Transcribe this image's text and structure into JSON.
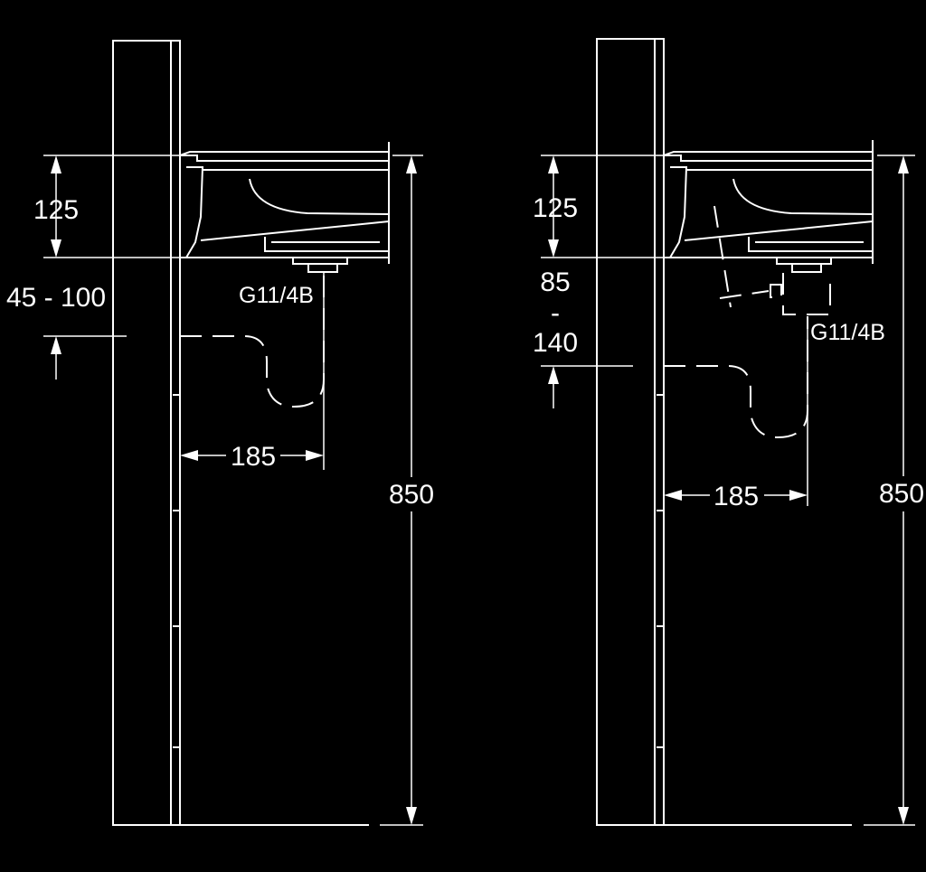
{
  "left": {
    "dim_basin_height": "125",
    "dim_drop": "45 - 100",
    "thread_label": "G11/4B",
    "dim_offset": "185",
    "dim_total_height": "850"
  },
  "right": {
    "dim_basin_height": "125",
    "dim_drop_top": "85",
    "dim_drop_sep": "-",
    "dim_drop_bottom": "140",
    "thread_label": "G11/4B",
    "dim_offset": "185",
    "dim_total_height": "850"
  },
  "colors": {
    "background": "#000000",
    "line": "#ffffff"
  }
}
